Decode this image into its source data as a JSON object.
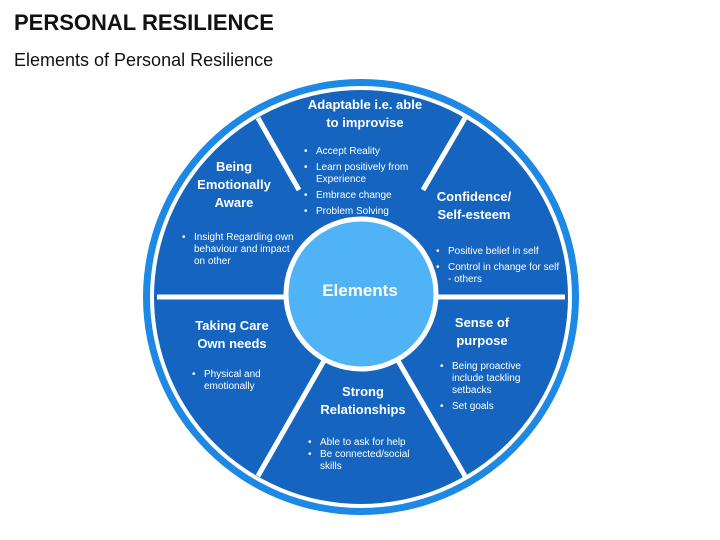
{
  "header": {
    "title": "PERSONAL RESILIENCE",
    "subtitle": "Elements of Personal Resilience"
  },
  "colors": {
    "segment": "#1565c0",
    "ring": "#1e88e5",
    "divider": "#ffffff",
    "center": "#4fb3f6"
  },
  "center": {
    "label": "Elements"
  },
  "segments": [
    {
      "title": "Adaptable i.e. able to improvise",
      "bullets": [
        "Accept Reality",
        "Learn positively from Experience",
        "Embrace change",
        "Problem Solving"
      ]
    },
    {
      "title": "Confidence/ Self-esteem",
      "bullets": [
        "Positive belief in self",
        "Control in change for self -  others"
      ]
    },
    {
      "title": "Sense of purpose",
      "bullets": [
        "Being proactive include tackling setbacks",
        "Set goals"
      ]
    },
    {
      "title": "Strong Relationships",
      "bullets": [
        "Able to ask for help",
        "Be connected/social skills"
      ]
    },
    {
      "title": "Taking Care Own needs",
      "bullets": [
        "Physical and emotionally"
      ]
    },
    {
      "title": "Being Emotionally Aware",
      "bullets": [
        "Insight Regarding own behaviour and impact on other"
      ]
    }
  ]
}
